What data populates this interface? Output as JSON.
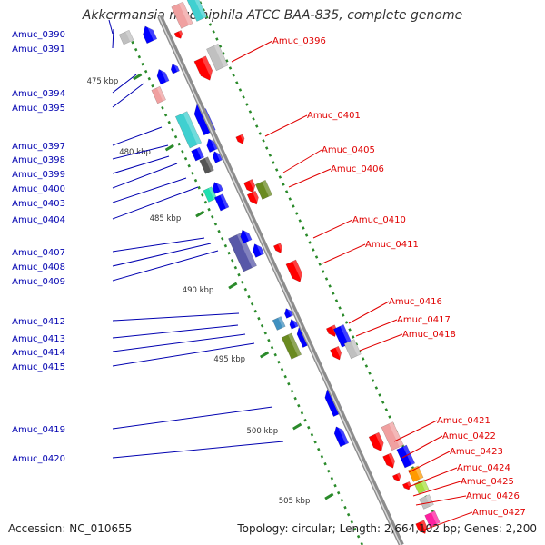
{
  "title": "Akkermansia muciniphila ATCC BAA-835, complete genome",
  "accession": "Accession: NC_010655",
  "summary": "Topology: circular; Length: 2,664,102 bp; Genes: 2,200",
  "colors": {
    "backbone": "#8c8c8c",
    "left_label": "#0000b0",
    "right_label": "#e00000",
    "tick": "#2a8a2a",
    "red": "#ff0000",
    "blue": "#0000ff",
    "pink": "#f0a0a0",
    "cyan": "#40d0d0",
    "gray": "#c0c0c0",
    "darkgray": "#555555",
    "olive": "#6a8a20",
    "slate": "#5858a8",
    "teal": "#20e0b0",
    "orange": "#ff9a00",
    "lime": "#a8e040",
    "magenta": "#ff20a0",
    "steel": "#4090c0"
  },
  "tick_labels": [
    "475 kbp",
    "480 kbp",
    "485 kbp",
    "490 kbp",
    "495 kbp",
    "500 kbp",
    "505 kbp"
  ],
  "left_genes": [
    "Amuc_0390",
    "Amuc_0391",
    "Amuc_0394",
    "Amuc_0395",
    "Amuc_0397",
    "Amuc_0398",
    "Amuc_0399",
    "Amuc_0400",
    "Amuc_0403",
    "Amuc_0404",
    "Amuc_0407",
    "Amuc_0408",
    "Amuc_0409",
    "Amuc_0412",
    "Amuc_0413",
    "Amuc_0414",
    "Amuc_0415",
    "Amuc_0419",
    "Amuc_0420"
  ],
  "right_genes": [
    "Amuc_0396",
    "Amuc_0401",
    "Amuc_0405",
    "Amuc_0406",
    "Amuc_0410",
    "Amuc_0411",
    "Amuc_0416",
    "Amuc_0417",
    "Amuc_0418",
    "Amuc_0421",
    "Amuc_0422",
    "Amuc_0423",
    "Amuc_0424",
    "Amuc_0425",
    "Amuc_0426",
    "Amuc_0427"
  ]
}
